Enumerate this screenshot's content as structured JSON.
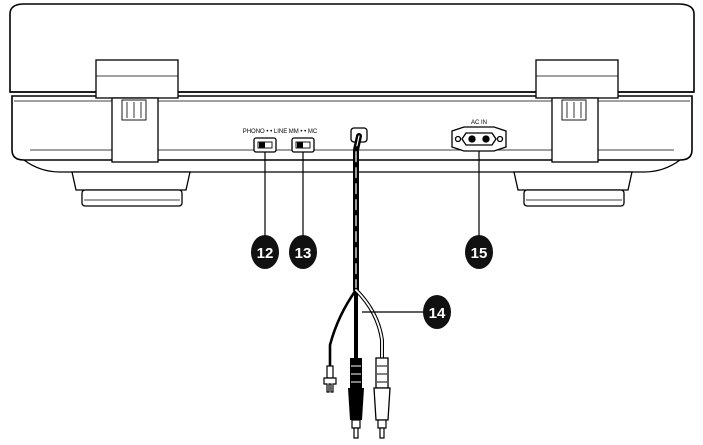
{
  "labels": {
    "phono_line": "PHONO •   • LINE",
    "mm_mc": "MM •   • MC",
    "ac_in": "AC IN"
  },
  "callouts": {
    "c12": "12",
    "c13": "13",
    "c14": "14",
    "c15": "15"
  },
  "colors": {
    "line": "#000000",
    "callout_fill": "#111111",
    "cable_dark": "#1a1a1a",
    "cable_light": "#ffffff"
  }
}
